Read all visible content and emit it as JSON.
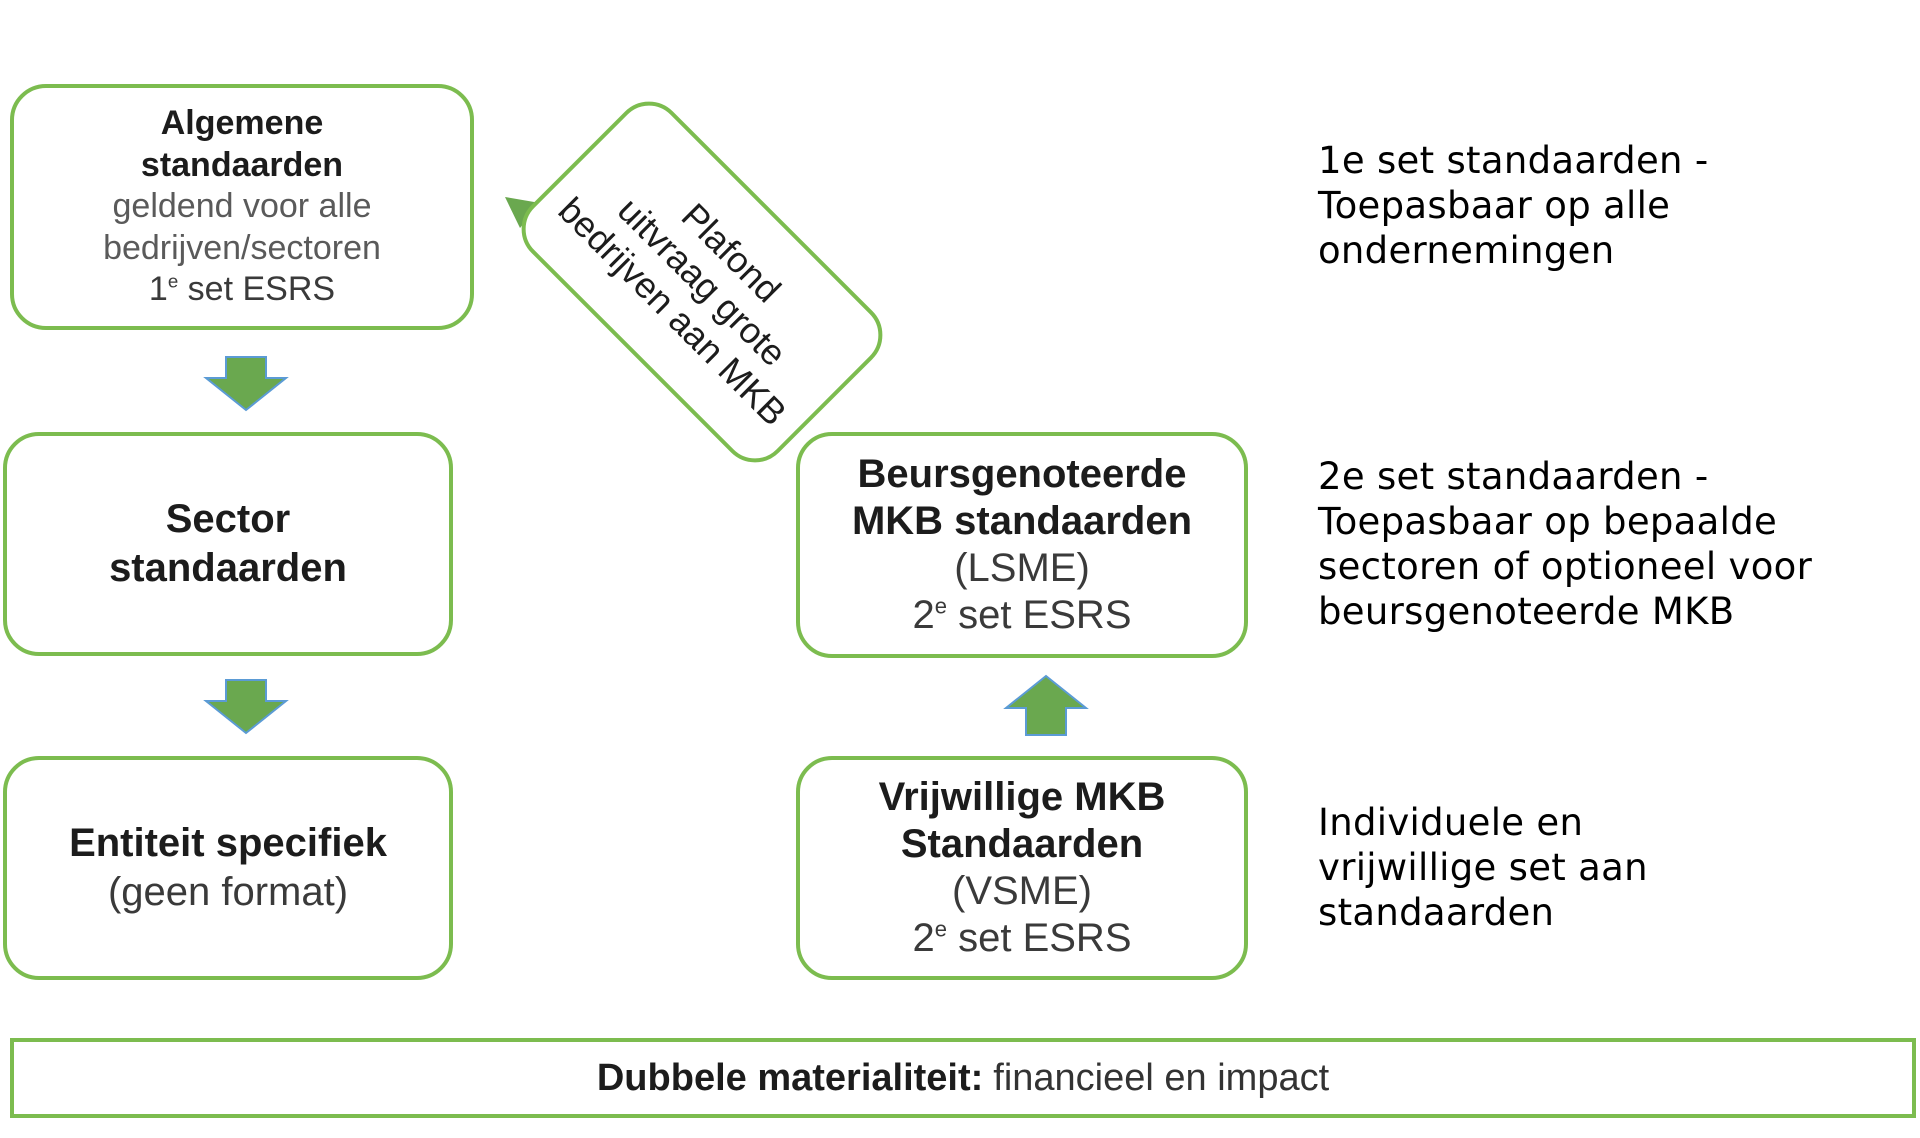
{
  "boxes": {
    "algemene": {
      "title_line1": "Algemene",
      "title_line2": "standaarden",
      "desc_line1": "geldend voor alle",
      "desc_line2": "bedrijven/sectoren",
      "set_num": "1",
      "set_sup": "e",
      "set_rest": " set ESRS"
    },
    "sector": {
      "title_line1": "Sector",
      "title_line2": "standaarden"
    },
    "entiteit": {
      "title": "Entiteit specifiek",
      "subtitle": "(geen format)"
    },
    "lsme": {
      "title_line1": "Beursgenoteerde",
      "title_line2": "MKB standaarden",
      "abbr": "(LSME)",
      "set_num": "2",
      "set_sup": "e",
      "set_rest": " set ESRS"
    },
    "vsme": {
      "title_line1": "Vrijwillige MKB",
      "title_line2": "Standaarden",
      "abbr": "(VSME)",
      "set_num": "2",
      "set_sup": "e",
      "set_rest": " set ESRS"
    },
    "plafond": {
      "line1": "Plafond",
      "line2": "uitvraag grote",
      "line3": "bedrijven aan MKB"
    }
  },
  "side_notes": [
    "1e set standaarden -\nToepasbaar op alle\nondernemingen",
    "2e set standaarden -\nToepasbaar op bepaalde\nsectoren of optioneel voor\nbeursgenoteerde MKB",
    "Individuele en\nvrijwillige set aan\nstandaarden"
  ],
  "footer": {
    "bold": "Dubbele materialiteit:",
    "rest": "financieel en impact"
  },
  "colors": {
    "accent": "#7cbc4f",
    "arrow": "#6aa84f"
  }
}
